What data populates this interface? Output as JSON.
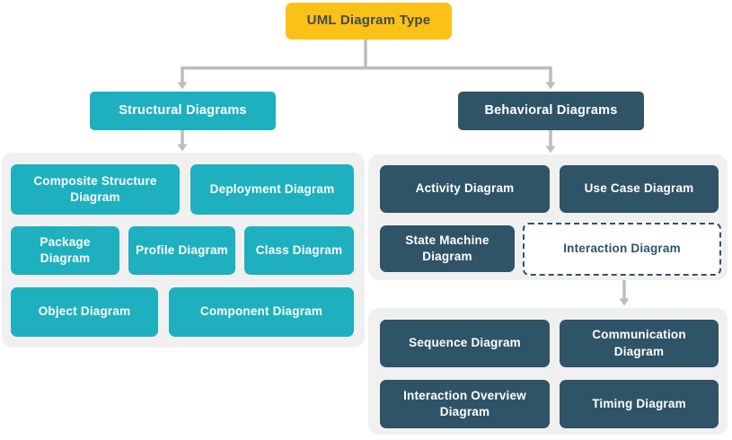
{
  "diagram": {
    "root": {
      "label": "UML Diagram Type"
    },
    "structural": {
      "header": "Structural Diagrams",
      "composite": "Composite Structure Diagram",
      "deployment": "Deployment Diagram",
      "package": "Package Diagram",
      "profile": "Profile Diagram",
      "class": "Class Diagram",
      "object": "Object Diagram",
      "component": "Component Diagram"
    },
    "behavioral": {
      "header": "Behavioral Diagrams",
      "activity": "Activity Diagram",
      "usecase": "Use Case Diagram",
      "statemachine": "State Machine Diagram",
      "interaction": "Interaction Diagram"
    },
    "interaction_types": {
      "sequence": "Sequence Diagram",
      "communication": "Communication Diagram",
      "interaction_overview": "Interaction Overview Diagram",
      "timing": "Timing Diagram"
    }
  },
  "colors": {
    "root_fill": "#FBC116",
    "root_text": "#434A52",
    "structural_fill": "#1EB0BF",
    "behavioral_fill": "#2F5367",
    "box_text": "#FFFFFF",
    "group_fill": "#F0F0F1",
    "connector": "#BDBDBD",
    "canvas": "#FFFFFF"
  }
}
